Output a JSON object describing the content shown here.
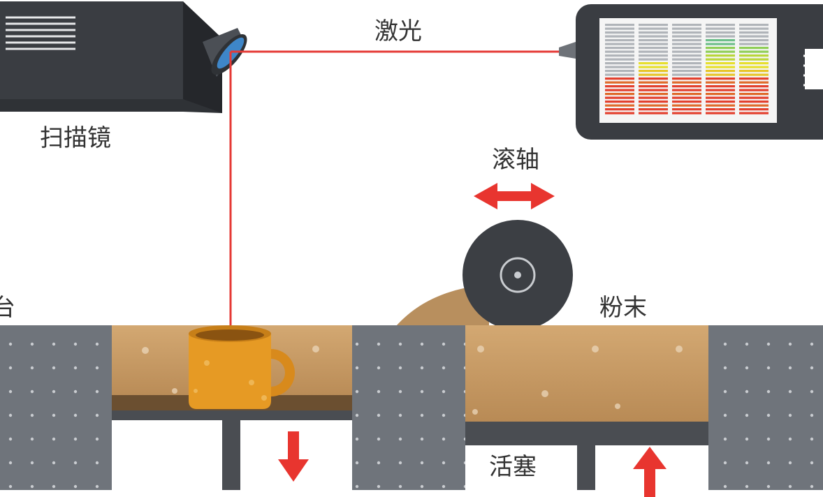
{
  "labels": {
    "laser": "激光",
    "scanner": "扫描镜",
    "roller": "滚轴",
    "powder": "粉末",
    "piston": "活塞",
    "platform_partial": "台"
  },
  "icons": {
    "scanner": "laser-scanner-icon",
    "controller": "control-monitor-icon",
    "roller": "roller-icon",
    "cup": "printed-cup-icon",
    "move_arrow": "double-arrow-icon",
    "down_arrow": "arrow-down-icon",
    "up_arrow": "arrow-up-icon"
  },
  "colors": {
    "laser": "#e53935",
    "arrow": "#e8352f",
    "machine": "#3c3f44",
    "panel": "#6f747b",
    "powder": "#c79a63",
    "cup": "#e69a24",
    "background": "#ffffff"
  }
}
